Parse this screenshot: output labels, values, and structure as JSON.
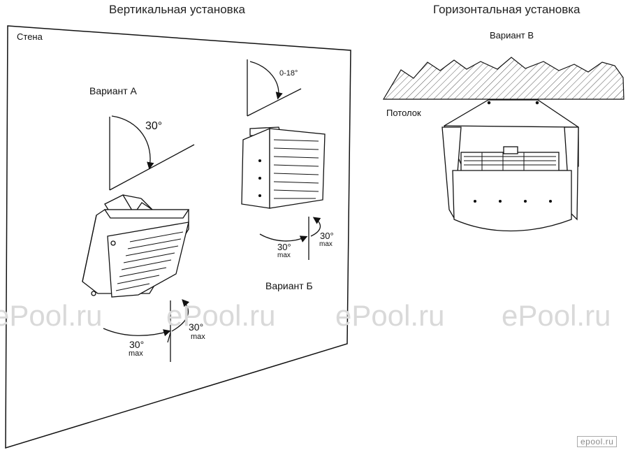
{
  "vertical": {
    "title": "Вертикальная установка",
    "wall_label": "Стена",
    "variant_a": {
      "label": "Вариант А",
      "tilt": "30°",
      "swing_left": "30°",
      "swing_left_max": "max",
      "swing_right": "30°",
      "swing_right_max": "max"
    },
    "variant_b": {
      "label": "Вариант Б",
      "tilt": "0-18°",
      "swing_left": "30°",
      "swing_left_max": "max",
      "swing_right": "30°",
      "swing_right_max": "max"
    }
  },
  "horizontal": {
    "title": "Горизонтальная установка",
    "variant_c": {
      "label": "Вариант В"
    },
    "ceiling_label": "Потолок"
  },
  "watermark": {
    "text": "ePool.ru",
    "logo": "epool.ru"
  }
}
